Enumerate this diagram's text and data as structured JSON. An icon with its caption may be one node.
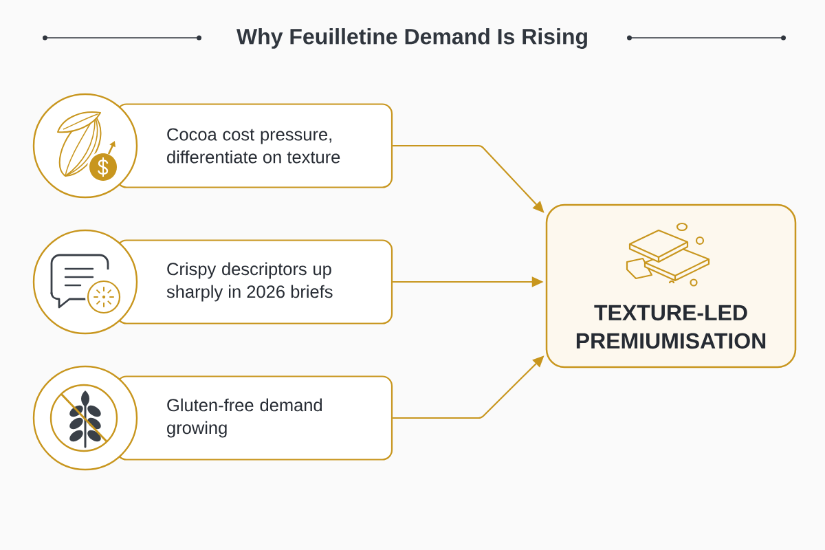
{
  "diagram": {
    "title": "Why Feuilletine Demand Is Rising",
    "nodes": [
      {
        "text": [
          "Cocoa cost pressure, differentiate on texture"
        ]
      },
      {
        "text": [
          "Crispy descriptors up sharply in 2026 briefs"
        ]
      },
      {
        "text": [
          "Gluten-free demand growing"
        ]
      },
      {
        "text": [
          "TEXTURE-LED PREMIUMISATION"
        ]
      }
    ],
    "edges": [
      {
        "from": 0,
        "to": 3,
        "arrow": "to"
      },
      {
        "from": 1,
        "to": 3,
        "arrow": "to"
      },
      {
        "from": 2,
        "to": 3,
        "arrow": "to"
      }
    ]
  }
}
